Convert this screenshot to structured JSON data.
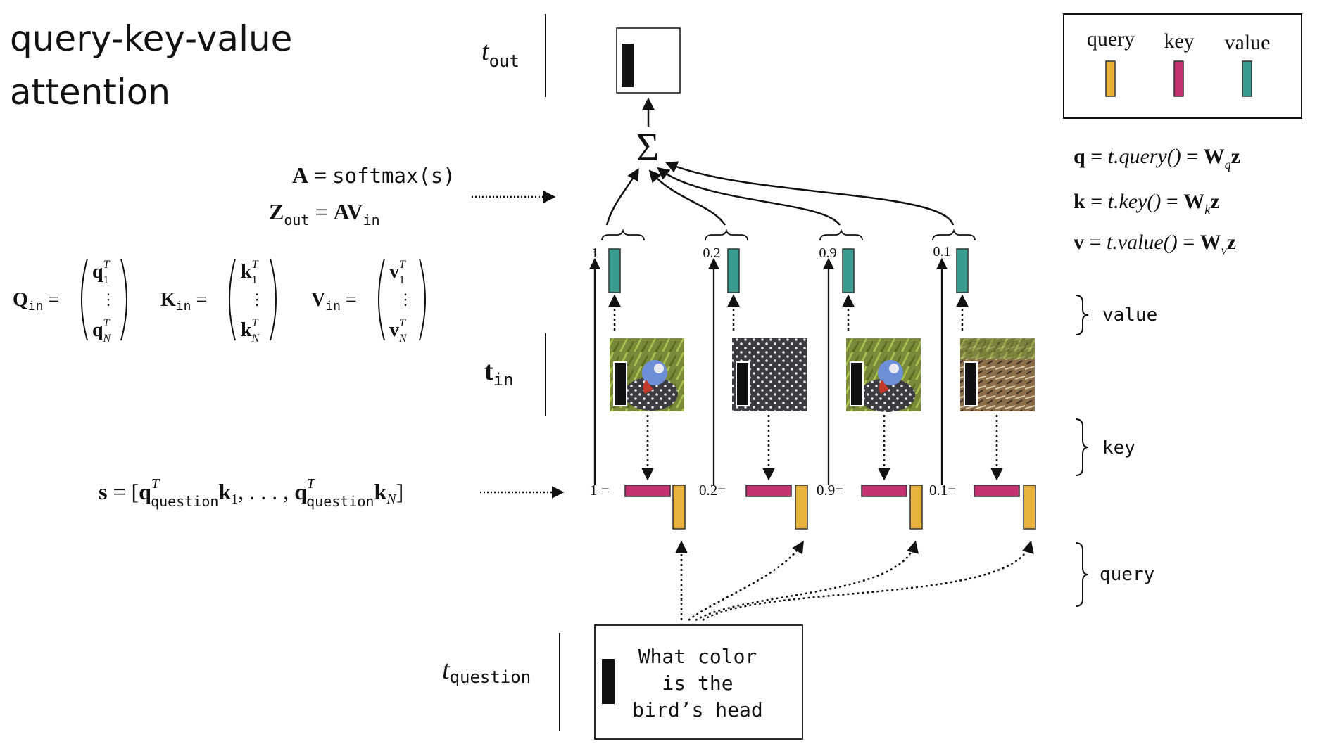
{
  "title": {
    "line1": "query-key-value",
    "line2": "attention"
  },
  "legend": {
    "items": [
      {
        "label": "query",
        "color": "#e8b23c"
      },
      {
        "label": "key",
        "color": "#c2336f"
      },
      {
        "label": "value",
        "color": "#3a9c8e"
      }
    ]
  },
  "equations": {
    "q": {
      "lhs": "q",
      "mid": "t.query()",
      "rhs": "W",
      "sub": "q",
      "end": "z"
    },
    "k": {
      "lhs": "k",
      "mid": "t.key()",
      "rhs": "W",
      "sub": "k",
      "end": "z"
    },
    "v": {
      "lhs": "v",
      "mid": "t.value()",
      "rhs": "W",
      "sub": "v",
      "end": "z"
    },
    "A": {
      "lhs": "A",
      "rhs": "softmax(s)"
    },
    "Z": {
      "lhs": "Z",
      "sub": "out",
      "rhs": "AV",
      "rhs_sub": "in"
    },
    "s": {
      "text": "s = [q",
      "sup": "T",
      "sub": "question",
      "mid": "k",
      "k_sub1": "1",
      "dots": ", . . . , q",
      "end_k": "k",
      "k_subN": "N",
      "close": "]"
    },
    "Q_in": {
      "lhs": "Q",
      "sub": "in",
      "top": "q",
      "top_sub": "1",
      "bot": "q",
      "bot_sub": "N",
      "sup": "T"
    },
    "K_in": {
      "lhs": "K",
      "sub": "in",
      "top": "k",
      "top_sub": "1",
      "bot": "k",
      "bot_sub": "N",
      "sup": "T"
    },
    "V_in": {
      "lhs": "V",
      "sub": "in",
      "top": "v",
      "top_sub": "1",
      "bot": "v",
      "bot_sub": "N",
      "sup": "T"
    }
  },
  "labels": {
    "t_out": {
      "main": "t",
      "sub": "out"
    },
    "t_in": {
      "main": "t",
      "sub": "in"
    },
    "t_question": {
      "main": "t",
      "sub": "question"
    },
    "sigma": "Σ"
  },
  "brace_labels": {
    "value": "value",
    "key": "key",
    "query": "query"
  },
  "columns": [
    {
      "weight": "1",
      "score": "1 ="
    },
    {
      "weight": "0.2",
      "score": "0.2="
    },
    {
      "weight": "0.9",
      "score": "0.9="
    },
    {
      "weight": "0.1",
      "score": "0.1="
    }
  ],
  "question_box": {
    "line1": "What color",
    "line2": "is the",
    "line3": "bird’s head"
  }
}
